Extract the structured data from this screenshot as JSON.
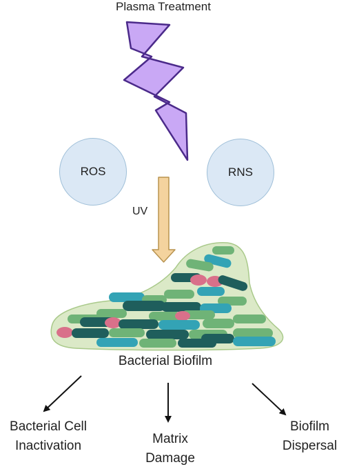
{
  "diagram": {
    "title": "Plasma Treatment",
    "species": [
      "ROS",
      "RNS"
    ],
    "uv_label": "UV",
    "biofilm_label": "Bacterial Biofilm",
    "outcomes": [
      {
        "line1": "Bacterial Cell",
        "line2": "Inactivation"
      },
      {
        "line1": "Matrix",
        "line2": "Damage"
      },
      {
        "line1": "Biofilm",
        "line2": "Dispersal"
      }
    ],
    "colors": {
      "lightning_fill": "#c9a8f5",
      "lightning_stroke": "#4b2a8a",
      "circle_fill": "#dbe8f5",
      "uv_arrow": "#f4d39e",
      "matrix_fill": "#dbe9c7",
      "bacteria_dark_teal": "#1f5e5c",
      "bacteria_teal": "#33a3b5",
      "bacteria_green": "#6fb377",
      "bacteria_pink": "#d9708a"
    },
    "icons": [
      "lightning-bolt-icon",
      "uv-arrow-icon",
      "down-arrow-icon"
    ]
  }
}
